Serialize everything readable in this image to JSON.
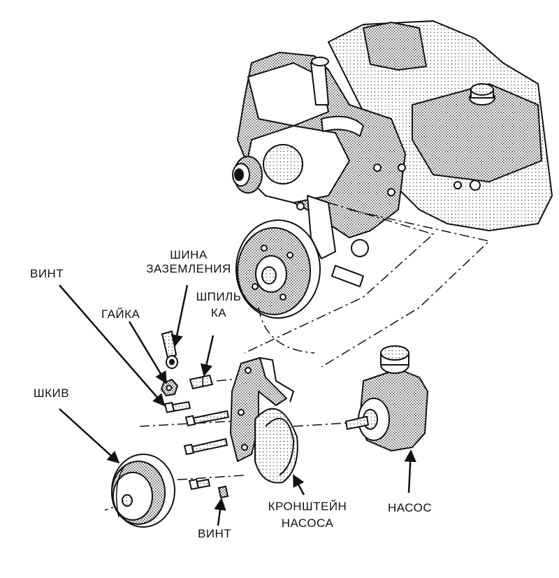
{
  "labels": {
    "bus": [
      "ШИНА",
      "ЗАЗЕМЛЕНИЯ"
    ],
    "screw_top": "ВИНТ",
    "nut": "ГАЙКА",
    "stud": [
      "ШПИЛЬ",
      "КА"
    ],
    "pulley": "ШКИВ",
    "bracket": [
      "КРОНШТЕЙН",
      "НАСОСА"
    ],
    "pump": "НАСОС",
    "screw_bottom": "ВИНТ"
  },
  "colors": {
    "ink": "#111111",
    "shade": "#8a8a8a",
    "light_shade": "#c8c8c8",
    "paper": "#ffffff"
  }
}
